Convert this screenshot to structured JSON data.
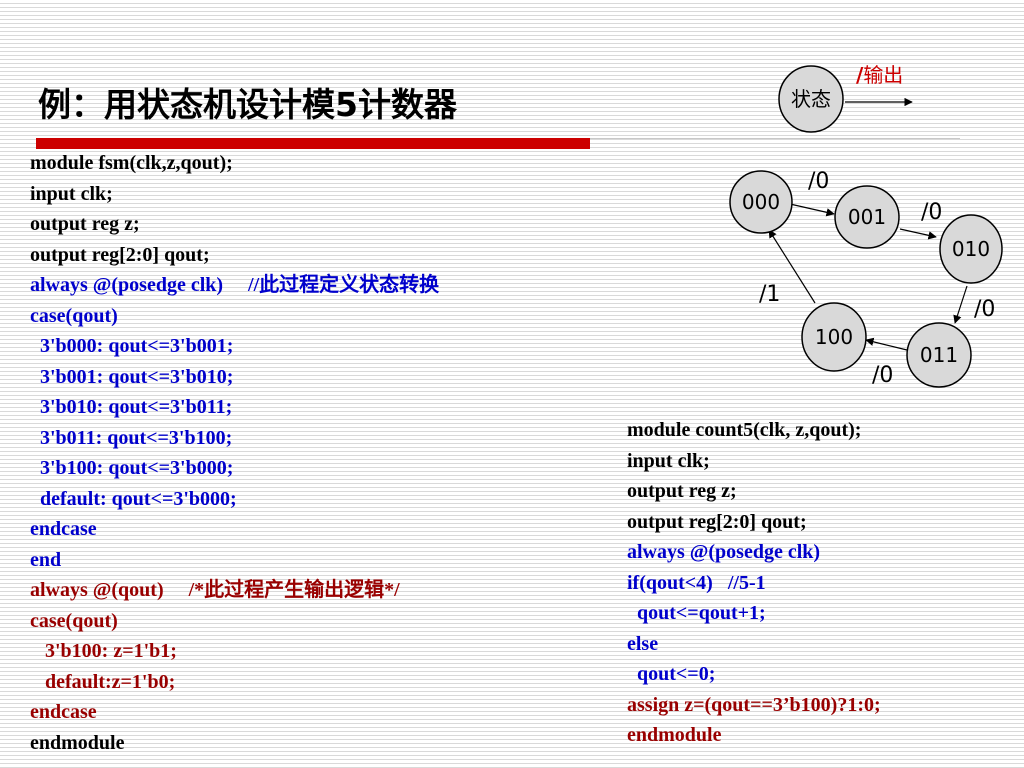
{
  "title": "例：用状态机设计模5计数器",
  "legend": {
    "state_label": "状态",
    "output_slash": "/",
    "output_label": "输出"
  },
  "fsm": {
    "states": [
      "000",
      "001",
      "010",
      "011",
      "100"
    ],
    "edge_labels": [
      "/0",
      "/0",
      "/0",
      "/0",
      "/1"
    ]
  },
  "code_left": [
    {
      "text": "module fsm(clk,z,qout);",
      "color": "#000000"
    },
    {
      "text": "input clk;",
      "color": "#000000"
    },
    {
      "text": "output reg z;",
      "color": "#000000"
    },
    {
      "text": "output reg[2:0] qout;",
      "color": "#000000"
    },
    {
      "text": "always @(posedge clk)     //此过程定义状态转换",
      "color": "#0000cc"
    },
    {
      "text": "case(qout)",
      "color": "#0000cc"
    },
    {
      "text": "  3'b000: qout<=3'b001;",
      "color": "#0000cc"
    },
    {
      "text": "  3'b001: qout<=3'b010;",
      "color": "#0000cc"
    },
    {
      "text": "  3'b010: qout<=3'b011;",
      "color": "#0000cc"
    },
    {
      "text": "  3'b011: qout<=3'b100;",
      "color": "#0000cc"
    },
    {
      "text": "  3'b100: qout<=3'b000;",
      "color": "#0000cc"
    },
    {
      "text": "  default: qout<=3'b000;",
      "color": "#0000cc"
    },
    {
      "text": "endcase",
      "color": "#0000cc"
    },
    {
      "text": "end",
      "color": "#0000cc"
    },
    {
      "text": "always @(qout)     /*此过程产生输出逻辑*/",
      "color": "#990000"
    },
    {
      "text": "case(qout)",
      "color": "#990000"
    },
    {
      "text": "   3'b100: z=1'b1;",
      "color": "#990000"
    },
    {
      "text": "   default:z=1'b0;",
      "color": "#990000"
    },
    {
      "text": "endcase",
      "color": "#990000"
    },
    {
      "text": "endmodule",
      "color": "#000000"
    }
  ],
  "code_right": [
    {
      "text": "module count5(clk, z,qout);",
      "color": "#000000"
    },
    {
      "text": "input clk;",
      "color": "#000000"
    },
    {
      "text": "output reg z;",
      "color": "#000000"
    },
    {
      "text": "output reg[2:0] qout;",
      "color": "#000000"
    },
    {
      "text": "always @(posedge clk)",
      "color": "#0000cc"
    },
    {
      "text": "if(qout<4)   //5-1",
      "color": "#0000cc"
    },
    {
      "text": "  qout<=qout+1;",
      "color": "#0000cc"
    },
    {
      "text": "else",
      "color": "#0000cc"
    },
    {
      "text": "  qout<=0;",
      "color": "#0000cc"
    },
    {
      "text": "assign z=(qout==3’b100)?1:0;",
      "color": "#990000"
    },
    {
      "text": "endmodule",
      "color": "#990000"
    }
  ]
}
